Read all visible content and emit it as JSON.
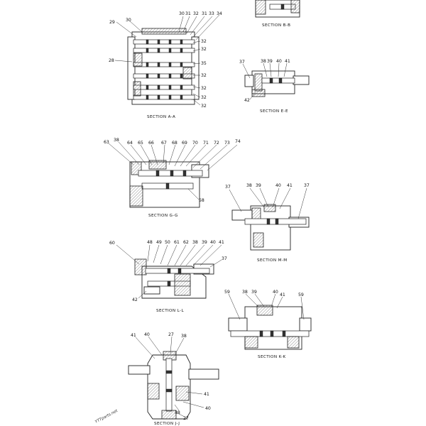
{
  "sections": [
    {
      "id": "aa",
      "caption": "SECTION A-A",
      "callouts": [
        "29",
        "30",
        "30",
        "31",
        "32",
        "31",
        "33",
        "34",
        "32",
        "32",
        "28",
        "35",
        "32",
        "32",
        "32",
        "32"
      ]
    },
    {
      "id": "bb",
      "caption": "SECTION B-B",
      "callouts": []
    },
    {
      "id": "ee",
      "caption": "SECTION E-E",
      "callouts": [
        "37",
        "38",
        "39",
        "40",
        "41",
        "42"
      ]
    },
    {
      "id": "gg",
      "caption": "SECTION G-G",
      "callouts": [
        "63",
        "38",
        "64",
        "65",
        "66",
        "67",
        "68",
        "69",
        "70",
        "71",
        "72",
        "73",
        "74",
        "58"
      ]
    },
    {
      "id": "mm",
      "caption": "SECTION M-M",
      "callouts": [
        "37",
        "38",
        "39",
        "40",
        "41",
        "37"
      ]
    },
    {
      "id": "ll",
      "caption": "SECTION L-L",
      "callouts": [
        "60",
        "48",
        "49",
        "50",
        "61",
        "62",
        "38",
        "39",
        "40",
        "41",
        "37",
        "42"
      ]
    },
    {
      "id": "kk",
      "caption": "SECTION K-K",
      "callouts": [
        "59",
        "38",
        "39",
        "40",
        "41",
        "59"
      ]
    },
    {
      "id": "jj",
      "caption": "SECTION J-J",
      "callouts": [
        "41",
        "40",
        "27",
        "38",
        "41",
        "40",
        "38",
        "27"
      ]
    }
  ],
  "watermark": "YTTparts.net"
}
